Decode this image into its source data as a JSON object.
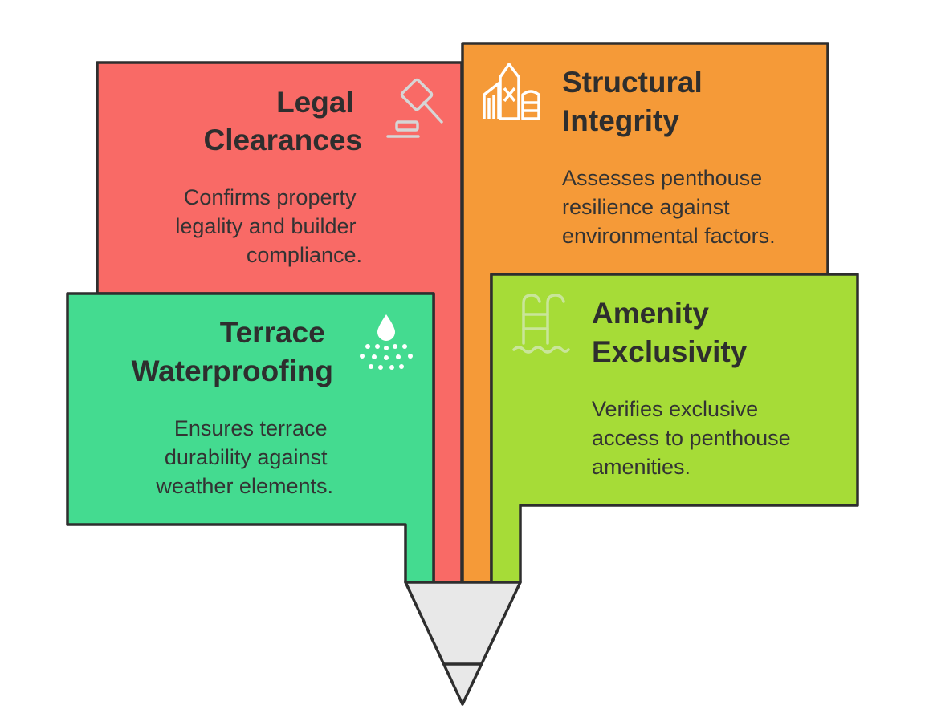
{
  "cards": [
    {
      "id": "legal",
      "title_lines": [
        "Legal",
        "Clearances"
      ],
      "desc_lines": [
        "Confirms property",
        "legality and builder",
        "compliance."
      ],
      "color": "#f96a66",
      "icon": "gavel-icon"
    },
    {
      "id": "structural",
      "title_lines": [
        "Structural",
        "Integrity"
      ],
      "desc_lines": [
        "Assesses penthouse",
        "resilience against",
        "environmental factors."
      ],
      "color": "#f59a38",
      "icon": "buildings-icon"
    },
    {
      "id": "terrace",
      "title_lines": [
        "Terrace",
        "Waterproofing"
      ],
      "desc_lines": [
        "Ensures terrace",
        "durability against",
        "weather elements."
      ],
      "color": "#44db90",
      "icon": "water-sprinkler-icon"
    },
    {
      "id": "amenity",
      "title_lines": [
        "Amenity",
        "Exclusivity"
      ],
      "desc_lines": [
        "Verifies exclusive",
        "access to penthouse",
        "amenities."
      ],
      "color": "#a6dc37",
      "icon": "pool-ladder-icon"
    }
  ],
  "funnel": {
    "color": "#e8e8e8",
    "stroke": "#2e2e2e"
  }
}
